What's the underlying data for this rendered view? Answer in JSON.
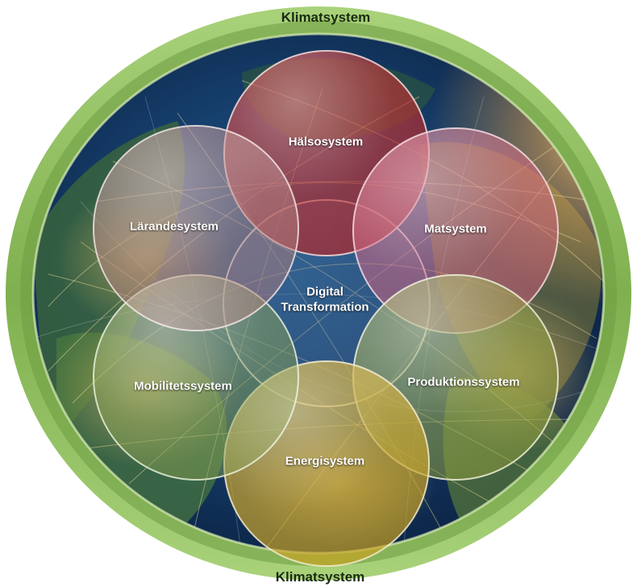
{
  "diagram": {
    "outer_label_top": "Klimatsystem",
    "outer_label_bottom": "Klimatsystem",
    "center": {
      "line1": "Digital",
      "line2": "Transformation",
      "color": "#5a6f9a"
    },
    "nodes": [
      {
        "id": "halso",
        "label": "Hälsosystem",
        "color": "#c0201f"
      },
      {
        "id": "mat",
        "label": "Matsystem",
        "color": "#d45a78"
      },
      {
        "id": "produktion",
        "label": "Produktionssystem",
        "color": "#8a9a3a"
      },
      {
        "id": "energi",
        "label": "Energisystem",
        "color": "#c8a020"
      },
      {
        "id": "mobilitet",
        "label": "Mobilitetssystem",
        "color": "#7f9a4a"
      },
      {
        "id": "larande",
        "label": "Lärandesystem",
        "color": "#b07a7a"
      }
    ],
    "ring_color": "#8cbd5c"
  }
}
